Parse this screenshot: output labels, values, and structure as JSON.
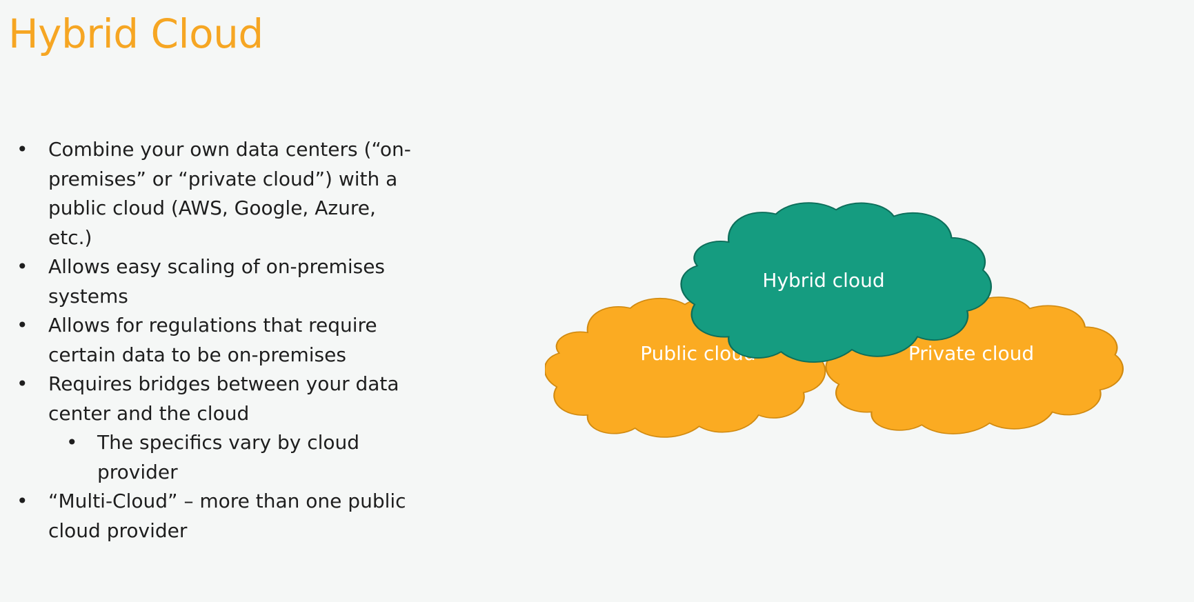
{
  "slide": {
    "title": "Hybrid Cloud"
  },
  "bullets": [
    {
      "text": "Combine your own data centers (“on-premises” or “private cloud”) with a public cloud (AWS, Google, Azure, etc.)",
      "level": 1
    },
    {
      "text": "Allows easy scaling of on-premises systems",
      "level": 1
    },
    {
      "text": "Allows for regulations that require certain data to be on-premises",
      "level": 1
    },
    {
      "text": "Requires bridges between your data center and the cloud",
      "level": 1
    },
    {
      "text": "The specifics vary by cloud provider",
      "level": 2
    },
    {
      "text": "“Multi-Cloud” – more than one public cloud provider",
      "level": 1
    }
  ],
  "bullet_glyph": "•",
  "diagram": {
    "clouds": [
      {
        "id": "public",
        "label": "Public cloud",
        "color": "#fbab22"
      },
      {
        "id": "private",
        "label": "Private cloud",
        "color": "#fbab22"
      },
      {
        "id": "hybrid",
        "label": "Hybrid cloud",
        "color": "#159c80"
      }
    ],
    "outline_orange": "#d18a10",
    "outline_green": "#0d6e5a"
  },
  "colors": {
    "title": "#f6a623",
    "background": "#f5f7f6",
    "text": "#1e1e1e"
  }
}
